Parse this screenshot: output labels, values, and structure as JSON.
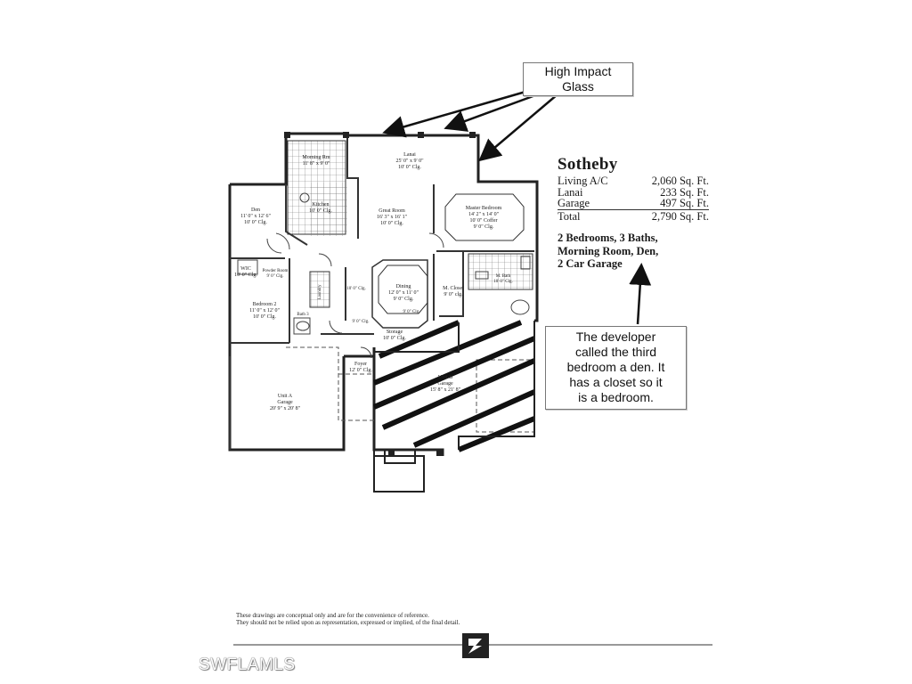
{
  "callouts": {
    "high_impact_glass": [
      "High Impact",
      "Glass"
    ],
    "developer_note": [
      "The developer",
      "called the third",
      "bedroom a den. It",
      "has a closet so it",
      "is a bedroom."
    ]
  },
  "model": {
    "name": "Sotheby",
    "areas": [
      {
        "label": "Living A/C",
        "value": "2,060 Sq. Ft."
      },
      {
        "label": "Lanai",
        "value": "233 Sq. Ft."
      },
      {
        "label": "Garage",
        "value": "497 Sq. Ft."
      }
    ],
    "total": {
      "label": "Total",
      "value": "2,790 Sq. Ft."
    },
    "features": [
      "2 Bedrooms, 3 Baths,",
      "Morning Room, Den,",
      "2 Car Garage"
    ]
  },
  "rooms": {
    "morning_rm": [
      "Morning Rm",
      "11' 8\" x 9' 0\""
    ],
    "lanai": [
      "Lanai",
      "25' 0\" x 9' 0\"",
      "10' 0\" Clg."
    ],
    "den": [
      "Den",
      "11' 0\" x 12' 6\"",
      "10' 0\" Clg."
    ],
    "kitchen": [
      "Kitchen",
      "10' 0\" Clg."
    ],
    "great_room": [
      "Great Room",
      "16' 3\" x 16' 1\"",
      "10' 0\" Clg."
    ],
    "master_bedroom": [
      "Master Bedroom",
      "14' 2\" x 14' 0\"",
      "10' 0\" Coffer",
      "9' 0\" Clg."
    ],
    "wic": [
      "WIC",
      "10' 0\" Clg."
    ],
    "powder_room": [
      "Powder Room",
      "9' 0\" Clg."
    ],
    "dining": [
      "Dining",
      "12' 0\" x 11' 0\"",
      "9' 0\" Clg."
    ],
    "m_closet": [
      "M. Closet",
      "9' 0\" clg."
    ],
    "m_bath": [
      "M. Bath",
      "10' 0\" Clg."
    ],
    "bedroom_2": [
      "Bedroom 2",
      "11' 0\" x 12' 0\"",
      "10' 0\" Clg."
    ],
    "bath_3": [
      "Bath 3"
    ],
    "laundry": [
      "Laundry"
    ],
    "storage": [
      "Storage",
      "10' 0\" Clg."
    ],
    "foyer": [
      "Foyer",
      "12' 0\" Clg."
    ],
    "unit_a_garage": [
      "Unit A",
      "Garage",
      "20' 9\" x 20' 8\""
    ],
    "unit_b_garage": [
      "Unit B",
      "Garage",
      "15' 8\" x 21' 8\""
    ],
    "misc_clg_1": "10' 0\" Clg.",
    "misc_clg_2": "9' 0\" Clg.",
    "misc_clg_3": "9' 0\" Clg."
  },
  "disclaimer": [
    "These drawings are conceptual only and are for the convenience of reference.",
    "They should not be relied upon as representation, expressed or implied, of the final detail."
  ],
  "watermark": "SWFLAMLS",
  "colors": {
    "line": "#222222",
    "watermark_text": "#ffffff"
  }
}
